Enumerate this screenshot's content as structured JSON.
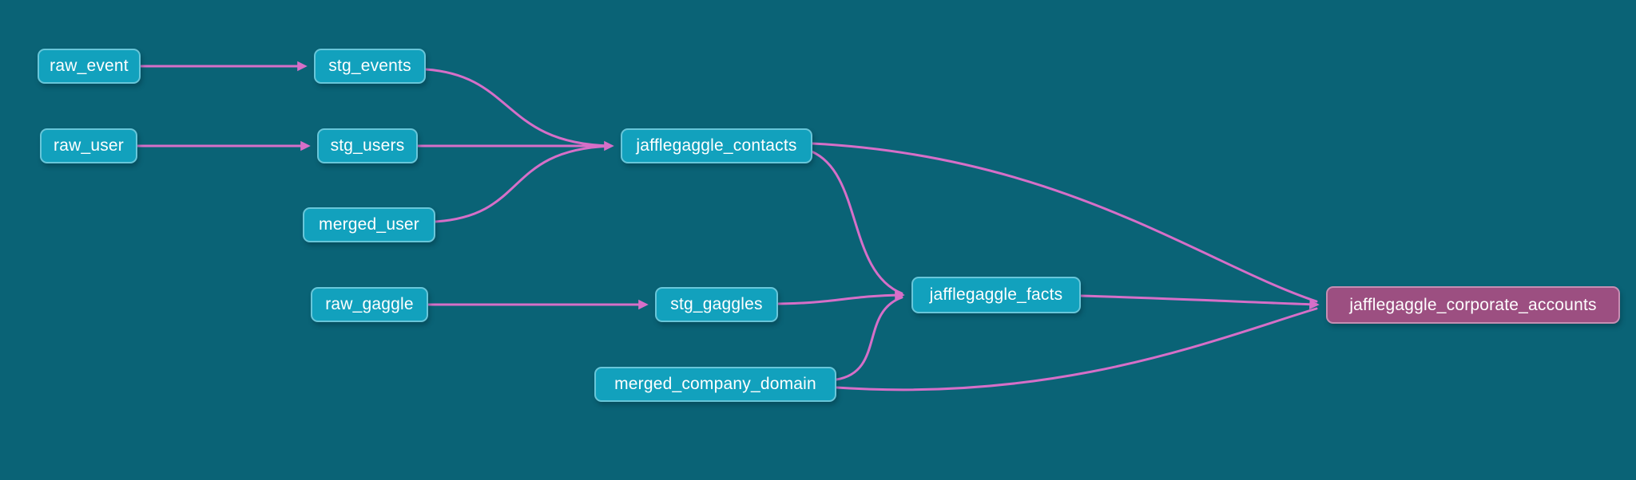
{
  "diagram": {
    "type": "lineage-graph",
    "background_color": "#0a6376",
    "node_color": "#12a1bd",
    "highlight_node_color": "#9c4f81",
    "edge_color": "#d66fc8",
    "text_color": "#ffffff",
    "nodes": [
      {
        "id": "raw_event",
        "label": "raw_event",
        "highlighted": false
      },
      {
        "id": "stg_events",
        "label": "stg_events",
        "highlighted": false
      },
      {
        "id": "raw_user",
        "label": "raw_user",
        "highlighted": false
      },
      {
        "id": "stg_users",
        "label": "stg_users",
        "highlighted": false
      },
      {
        "id": "merged_user",
        "label": "merged_user",
        "highlighted": false
      },
      {
        "id": "jafflegaggle_contacts",
        "label": "jafflegaggle_contacts",
        "highlighted": false
      },
      {
        "id": "raw_gaggle",
        "label": "raw_gaggle",
        "highlighted": false
      },
      {
        "id": "stg_gaggles",
        "label": "stg_gaggles",
        "highlighted": false
      },
      {
        "id": "jafflegaggle_facts",
        "label": "jafflegaggle_facts",
        "highlighted": false
      },
      {
        "id": "merged_company_domain",
        "label": "merged_company_domain",
        "highlighted": false
      },
      {
        "id": "jafflegaggle_corporate_accounts",
        "label": "jafflegaggle_corporate_accounts",
        "highlighted": true
      }
    ],
    "edges": [
      {
        "from": "raw_event",
        "to": "stg_events"
      },
      {
        "from": "raw_user",
        "to": "stg_users"
      },
      {
        "from": "stg_events",
        "to": "jafflegaggle_contacts"
      },
      {
        "from": "stg_users",
        "to": "jafflegaggle_contacts"
      },
      {
        "from": "merged_user",
        "to": "jafflegaggle_contacts"
      },
      {
        "from": "raw_gaggle",
        "to": "stg_gaggles"
      },
      {
        "from": "stg_gaggles",
        "to": "jafflegaggle_facts"
      },
      {
        "from": "jafflegaggle_contacts",
        "to": "jafflegaggle_facts"
      },
      {
        "from": "merged_company_domain",
        "to": "jafflegaggle_facts"
      },
      {
        "from": "jafflegaggle_contacts",
        "to": "jafflegaggle_corporate_accounts"
      },
      {
        "from": "jafflegaggle_facts",
        "to": "jafflegaggle_corporate_accounts"
      },
      {
        "from": "merged_company_domain",
        "to": "jafflegaggle_corporate_accounts"
      }
    ]
  }
}
